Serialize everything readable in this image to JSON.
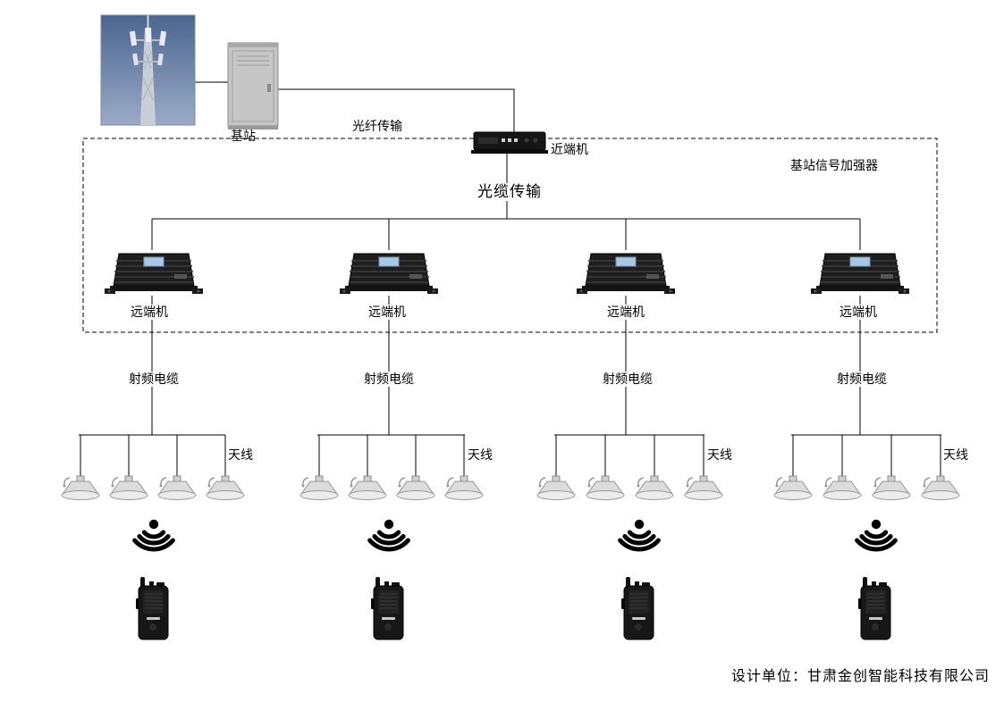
{
  "labels": {
    "base_station": "基站",
    "fiber_transmission": "光纤传输",
    "near_end_unit": "近端机",
    "signal_booster": "基站信号加强器",
    "optical_cable": "光缆传输"
  },
  "branches": [
    {
      "remote_unit": "远端机",
      "rf_cable": "射频电缆",
      "antenna": "天线"
    },
    {
      "remote_unit": "远端机",
      "rf_cable": "射频电缆",
      "antenna": "天线"
    },
    {
      "remote_unit": "远端机",
      "rf_cable": "射频电缆",
      "antenna": "天线"
    },
    {
      "remote_unit": "远端机",
      "rf_cable": "射频电缆",
      "antenna": "天线"
    }
  ],
  "footer": {
    "designer": "设计单位：甘肃金创智能科技有限公司"
  },
  "icons": {
    "cell_tower": "cell-tower-photo",
    "outdoor_cabinet": "outdoor-cabinet",
    "near_end_device": "near-end-unit-device",
    "remote_device": "remote-unit-device",
    "ceiling_antenna": "ceiling-antenna",
    "signal_waves": "signal-waves-icon",
    "walkie_talkie": "walkie-talkie"
  },
  "colors": {
    "background": "#ffffff",
    "line": "#000000",
    "device_body": "#1a1a1a",
    "remote_label_sticker": "#a8c8e6",
    "sky_top": "#4a6590",
    "sky_bottom": "#9aabc6",
    "cabinet_gray": "#c6c6c6"
  }
}
